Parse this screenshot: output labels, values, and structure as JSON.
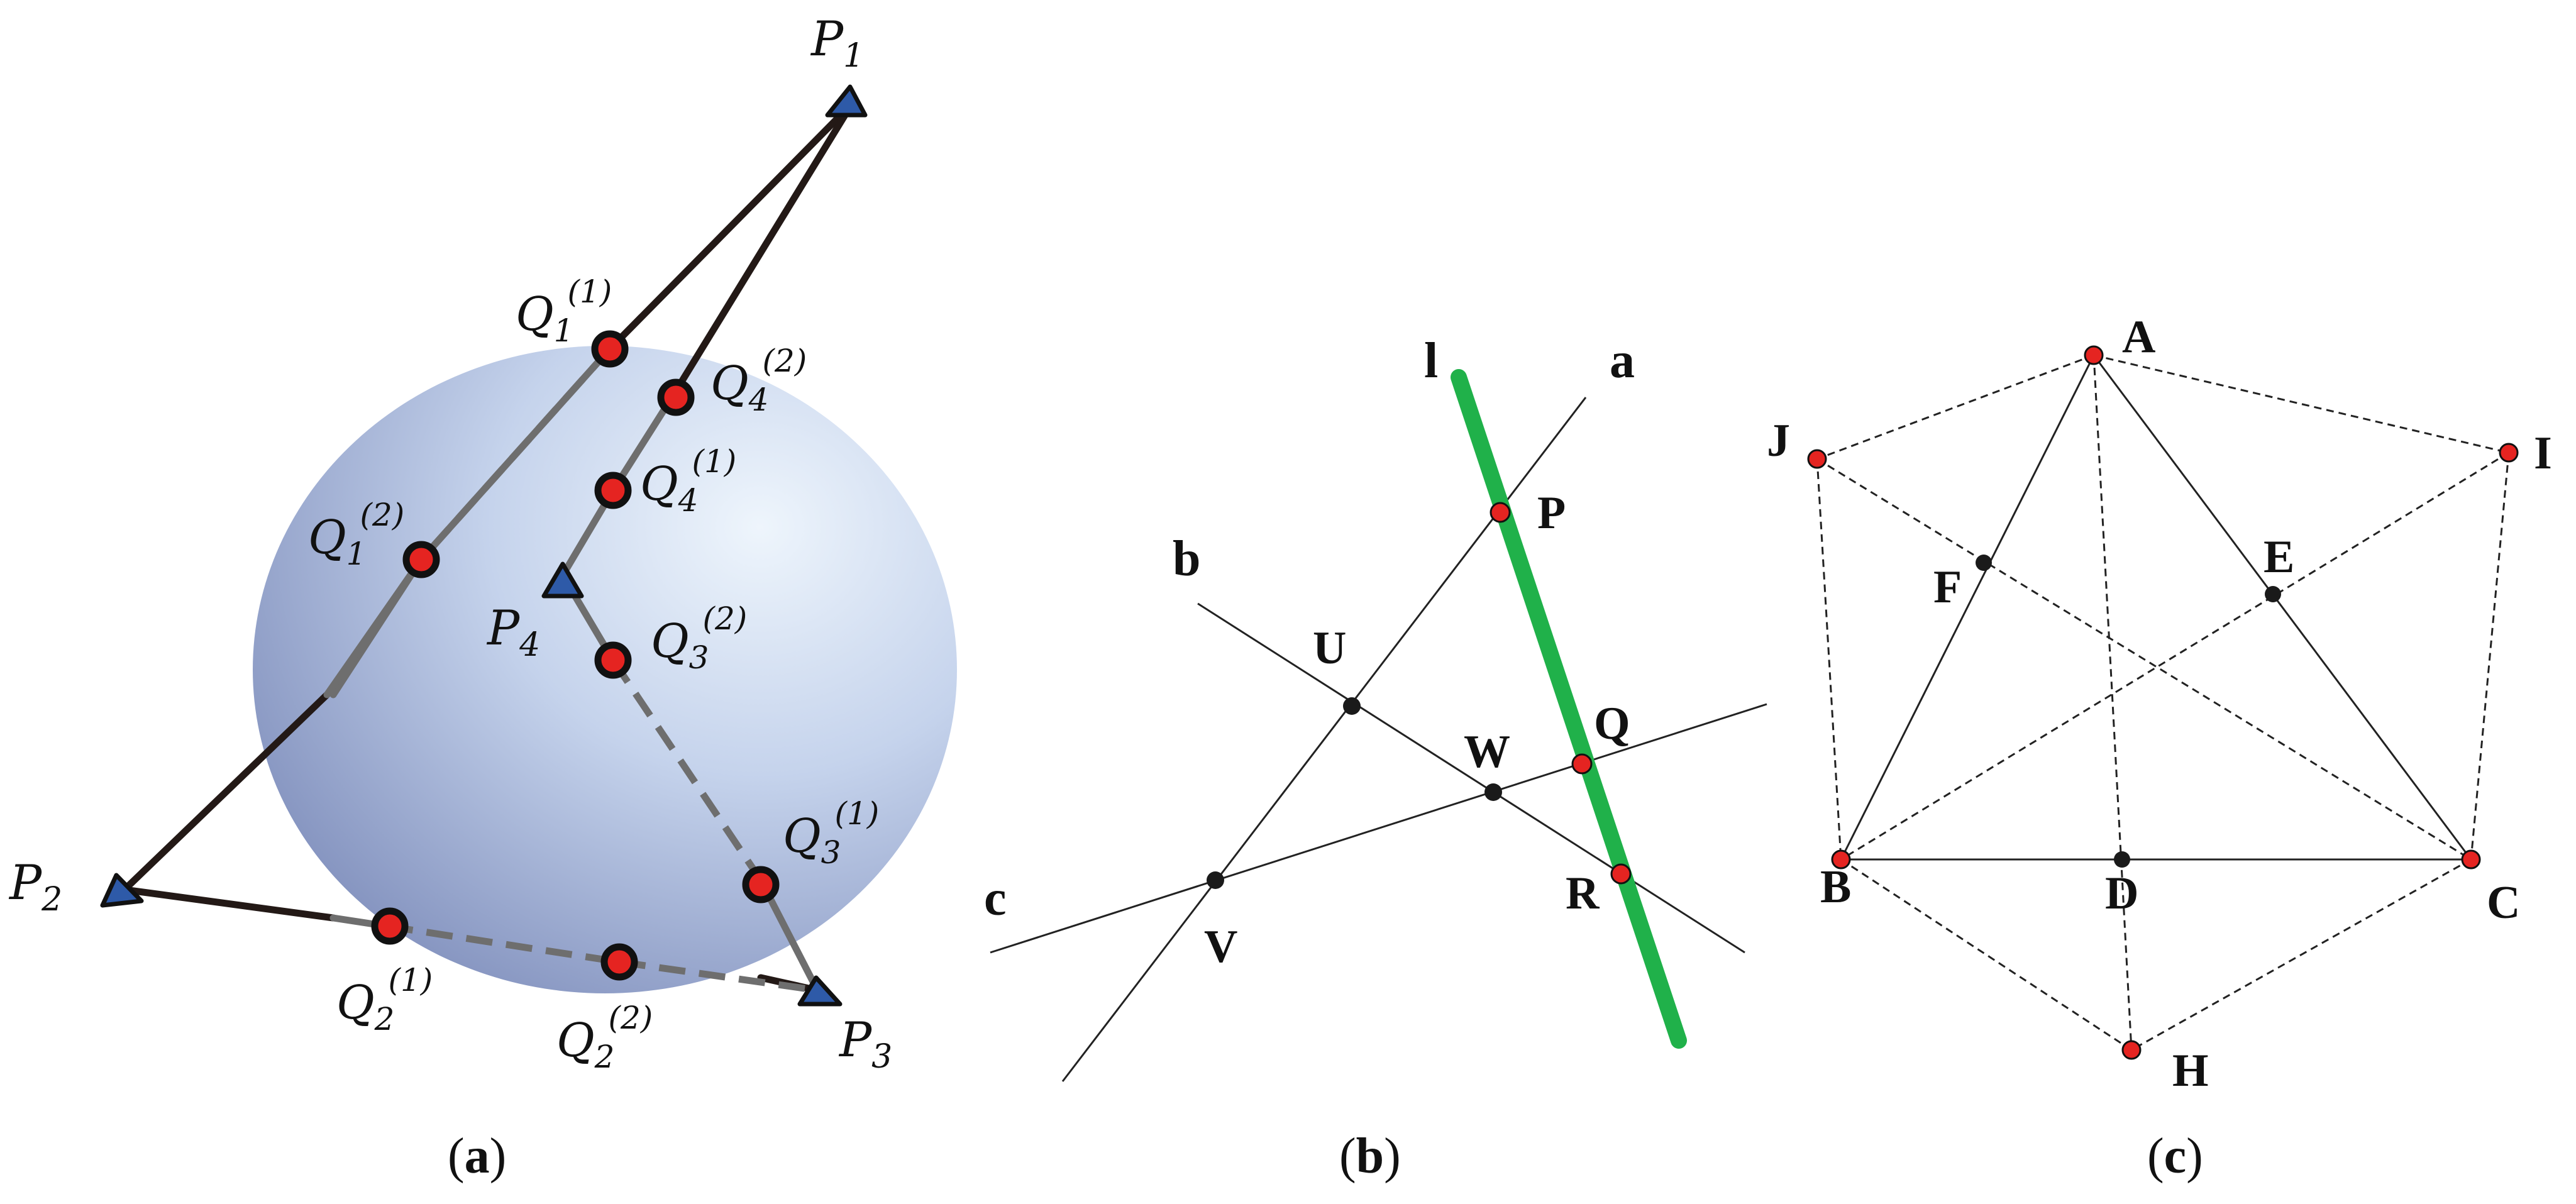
{
  "panel_a": {
    "caption_open": "(",
    "caption_letter": "a",
    "caption_close": ")",
    "triangle_labels": [
      "P",
      "P",
      "P",
      "P"
    ],
    "triangle_subs": [
      "1",
      "2",
      "3",
      "4"
    ],
    "q_labels": [
      {
        "base": "Q",
        "sub": "1",
        "sup": "(1)"
      },
      {
        "base": "Q",
        "sub": "1",
        "sup": "(2)"
      },
      {
        "base": "Q",
        "sub": "4",
        "sup": "(2)"
      },
      {
        "base": "Q",
        "sub": "4",
        "sup": "(1)"
      },
      {
        "base": "Q",
        "sub": "3",
        "sup": "(2)"
      },
      {
        "base": "Q",
        "sub": "3",
        "sup": "(1)"
      },
      {
        "base": "Q",
        "sub": "2",
        "sup": "(1)"
      },
      {
        "base": "Q",
        "sub": "2",
        "sup": "(2)"
      }
    ],
    "colors": {
      "sphere_light": "#e8f1fb",
      "sphere_dark": "#8f9cc8",
      "point": "#e52421",
      "triangle": "#2e5aa8",
      "line": "#231916",
      "hidden_line": "#6e6e6e"
    }
  },
  "panel_b": {
    "caption_open": "(",
    "caption_letter": "b",
    "caption_close": ")",
    "line_labels": [
      "l",
      "a",
      "b",
      "c"
    ],
    "point_labels": [
      "P",
      "Q",
      "R",
      "U",
      "V",
      "W"
    ],
    "colors": {
      "line_l": "#20b14a",
      "red_point": "#e52421",
      "black_point": "#1a1a1a"
    }
  },
  "panel_c": {
    "caption_open": "(",
    "caption_letter": "c",
    "caption_close": ")",
    "point_labels": [
      "A",
      "B",
      "C",
      "D",
      "E",
      "F",
      "H",
      "I",
      "J"
    ],
    "colors": {
      "red_point": "#e52421",
      "black_point": "#1a1a1a"
    }
  }
}
